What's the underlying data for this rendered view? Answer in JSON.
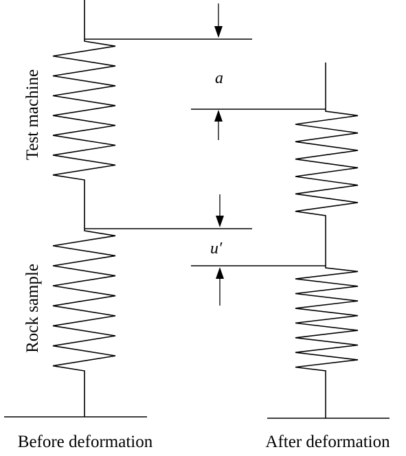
{
  "labels": {
    "test_machine": "Test machine",
    "rock_sample": "Rock sample",
    "before": "Before deformation",
    "after": "After deformation",
    "a": "a",
    "u_prime": "u′"
  },
  "colors": {
    "ink": "#000000",
    "background": "#ffffff"
  }
}
